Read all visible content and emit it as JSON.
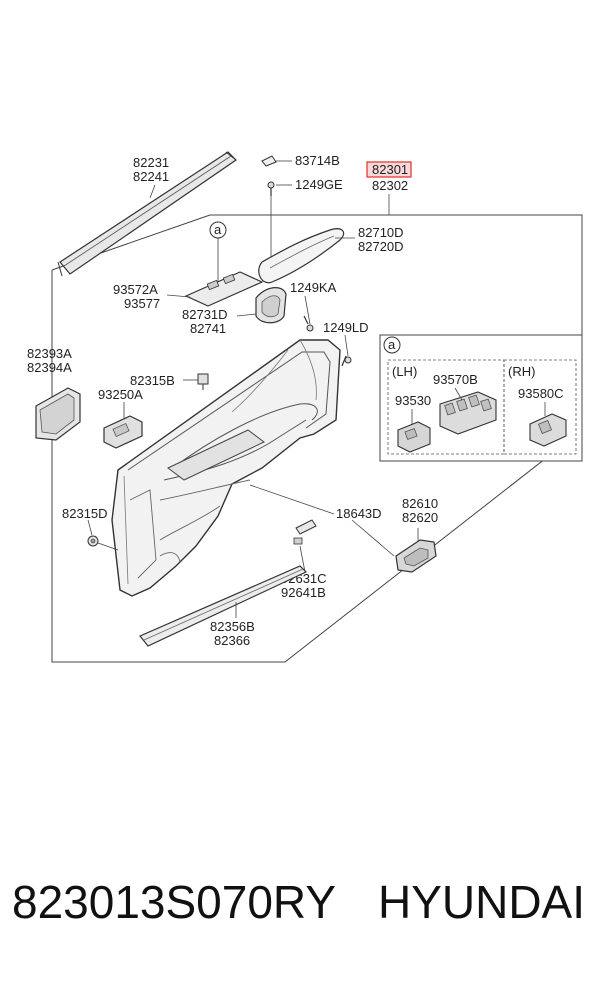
{
  "labels": {
    "p82231": "82231",
    "p82241": "82241",
    "p83714B": "83714B",
    "p1249GE": "1249GE",
    "p82301": "82301",
    "p82302": "82302",
    "calloutA": "a",
    "p82710D": "82710D",
    "p82720D": "82720D",
    "p93572A": "93572A",
    "p93577": "93577",
    "p1249KA": "1249KA",
    "p82731D": "82731D",
    "p82741": "82741",
    "p1249LD": "1249LD",
    "p82393A": "82393A",
    "p82394A": "82394A",
    "p82315B": "82315B",
    "p93250A": "93250A",
    "insetA": "a",
    "lh": "(LH)",
    "rh": "(RH)",
    "p93570B": "93570B",
    "p93530": "93530",
    "p93580C": "93580C",
    "p82315D": "82315D",
    "p18643D": "18643D",
    "p82610": "82610",
    "p82620": "82620",
    "p92631C": "92631C",
    "p92641B": "92641B",
    "p82356B": "82356B",
    "p82366": "82366"
  },
  "caption": {
    "part_number": "823013S070RY",
    "brand": "HYUNDAI"
  },
  "colors": {
    "highlight": "#e0302a",
    "highlight_fill": "#f8d8d8"
  }
}
